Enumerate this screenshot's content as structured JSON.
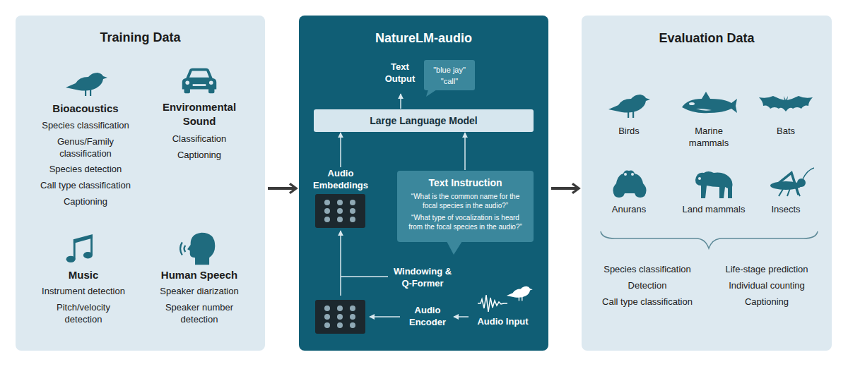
{
  "diagram": {
    "nodes": [
      {
        "text": [
          "Training Data"
        ]
      },
      {
        "text": [
          "NatureLM-audio"
        ]
      },
      {
        "text": [
          "Text Output",
          "\"blue jay\"",
          "\"call\""
        ],
        "in": 1
      },
      {
        "text": [
          "Large Language Model"
        ],
        "in": 1
      },
      {
        "text": [
          "Audio Embeddings"
        ],
        "in": 1
      },
      {
        "text": [
          "Text Instruction",
          "“What is the common name for the focal species in the audio?”",
          "“What type of vocalization is heard from the focal species in the audio?”"
        ],
        "in": 1
      },
      {
        "text": [
          "Audio Encoder"
        ],
        "in": 1
      },
      {
        "text": [
          "Audio Input"
        ],
        "in": 1
      },
      {
        "text": [
          "Evaluation Data"
        ]
      }
    ],
    "edges": [
      {
        "from": 0,
        "to": 1,
        "arrow": "to"
      },
      {
        "from": 1,
        "to": 8,
        "arrow": "to"
      },
      {
        "from": 7,
        "to": 6,
        "arrow": "to"
      },
      {
        "from": 6,
        "to": 4,
        "arrow": "to",
        "label": "Windowing & Q-Former"
      },
      {
        "from": 4,
        "to": 3,
        "arrow": "to"
      },
      {
        "from": 5,
        "to": 3,
        "arrow": "to"
      },
      {
        "from": 3,
        "to": 2,
        "arrow": "to"
      }
    ],
    "labels": [
      "Bioacoustics",
      "Species classification",
      "Genus/Family classification",
      "Species detection",
      "Call type classification",
      "Captioning",
      "Environmental Sound",
      "Classification",
      "Captioning",
      "Music",
      "Instrument detection",
      "Pitch/velocity detection",
      "Human Speech",
      "Speaker diarization",
      "Speaker number detection",
      "Birds",
      "Marine mammals",
      "Bats",
      "Anurans",
      "Land mammals",
      "Insects",
      "Species classification",
      "Detection",
      "Call type classification",
      "Life-stage prediction",
      "Individual counting",
      "Captioning"
    ]
  }
}
